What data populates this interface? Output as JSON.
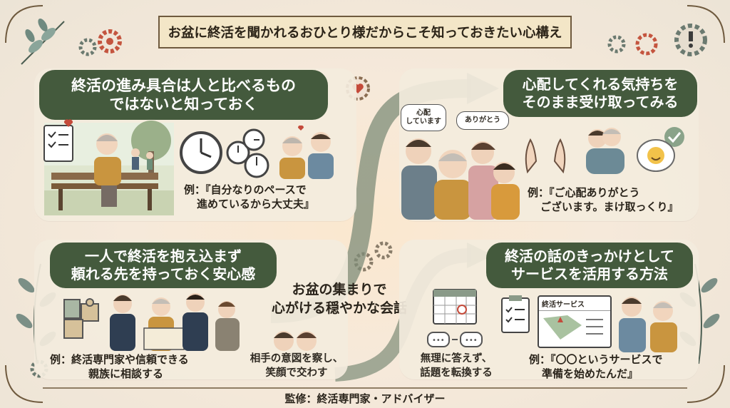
{
  "title": "お盆に終活を聞かれるおひとり様だからこそ知っておきたい心構え",
  "panels": {
    "top_left": {
      "heading": [
        "終活の進み具合は人と比べるもの",
        "ではないと知っておく"
      ],
      "example": [
        "例：『自分なりのペースで",
        "進めているから大丈夫』"
      ]
    },
    "top_right": {
      "heading": [
        "心配してくれる気持ちを",
        "そのまま受け取ってみる"
      ],
      "example": [
        "例：『ご心配ありがとう",
        "ございます。まけ取っくり』"
      ]
    },
    "bottom_left": {
      "heading": [
        "一人で終活を抱え込まず",
        "頼れる先を持っておく安心感"
      ],
      "example": [
        "例：終活専門家や信頼できる",
        "親族に相談する"
      ]
    },
    "bottom_right": {
      "heading": [
        "終活の話のきっかけとして",
        "サービスを活用する方法"
      ],
      "example": [
        "例：『〇〇というサービスで",
        "準備を始めたんだ』"
      ],
      "screen_label": "終活サービス"
    }
  },
  "center": {
    "title": [
      "お盆の集まりで",
      "心がける穏やかな会話"
    ],
    "tip_left": [
      "相手の意図を察し、",
      "笑顔で交わす"
    ],
    "tip_right": [
      "無理に答えず、",
      "話題を転換する"
    ]
  },
  "bubbles": {
    "worry": [
      "心配",
      "しています"
    ],
    "thanks": "ありがとう"
  },
  "footer": "監修：終活専門家・アドバイザー",
  "colors": {
    "header_green": "#445a3d",
    "arrow_green": "#7d8c78",
    "accent_red": "#c44a3a",
    "panel_bg": "#f3ebdd"
  },
  "icons": [
    "leaf-icon",
    "gear-icon",
    "heart-gear-icon",
    "alert-gear-icon",
    "clock-icon",
    "checklist-icon",
    "calendar-icon",
    "chat-icon",
    "puzzle-icon",
    "laptop-map-icon",
    "smile-check-icon",
    "hands-icon"
  ]
}
